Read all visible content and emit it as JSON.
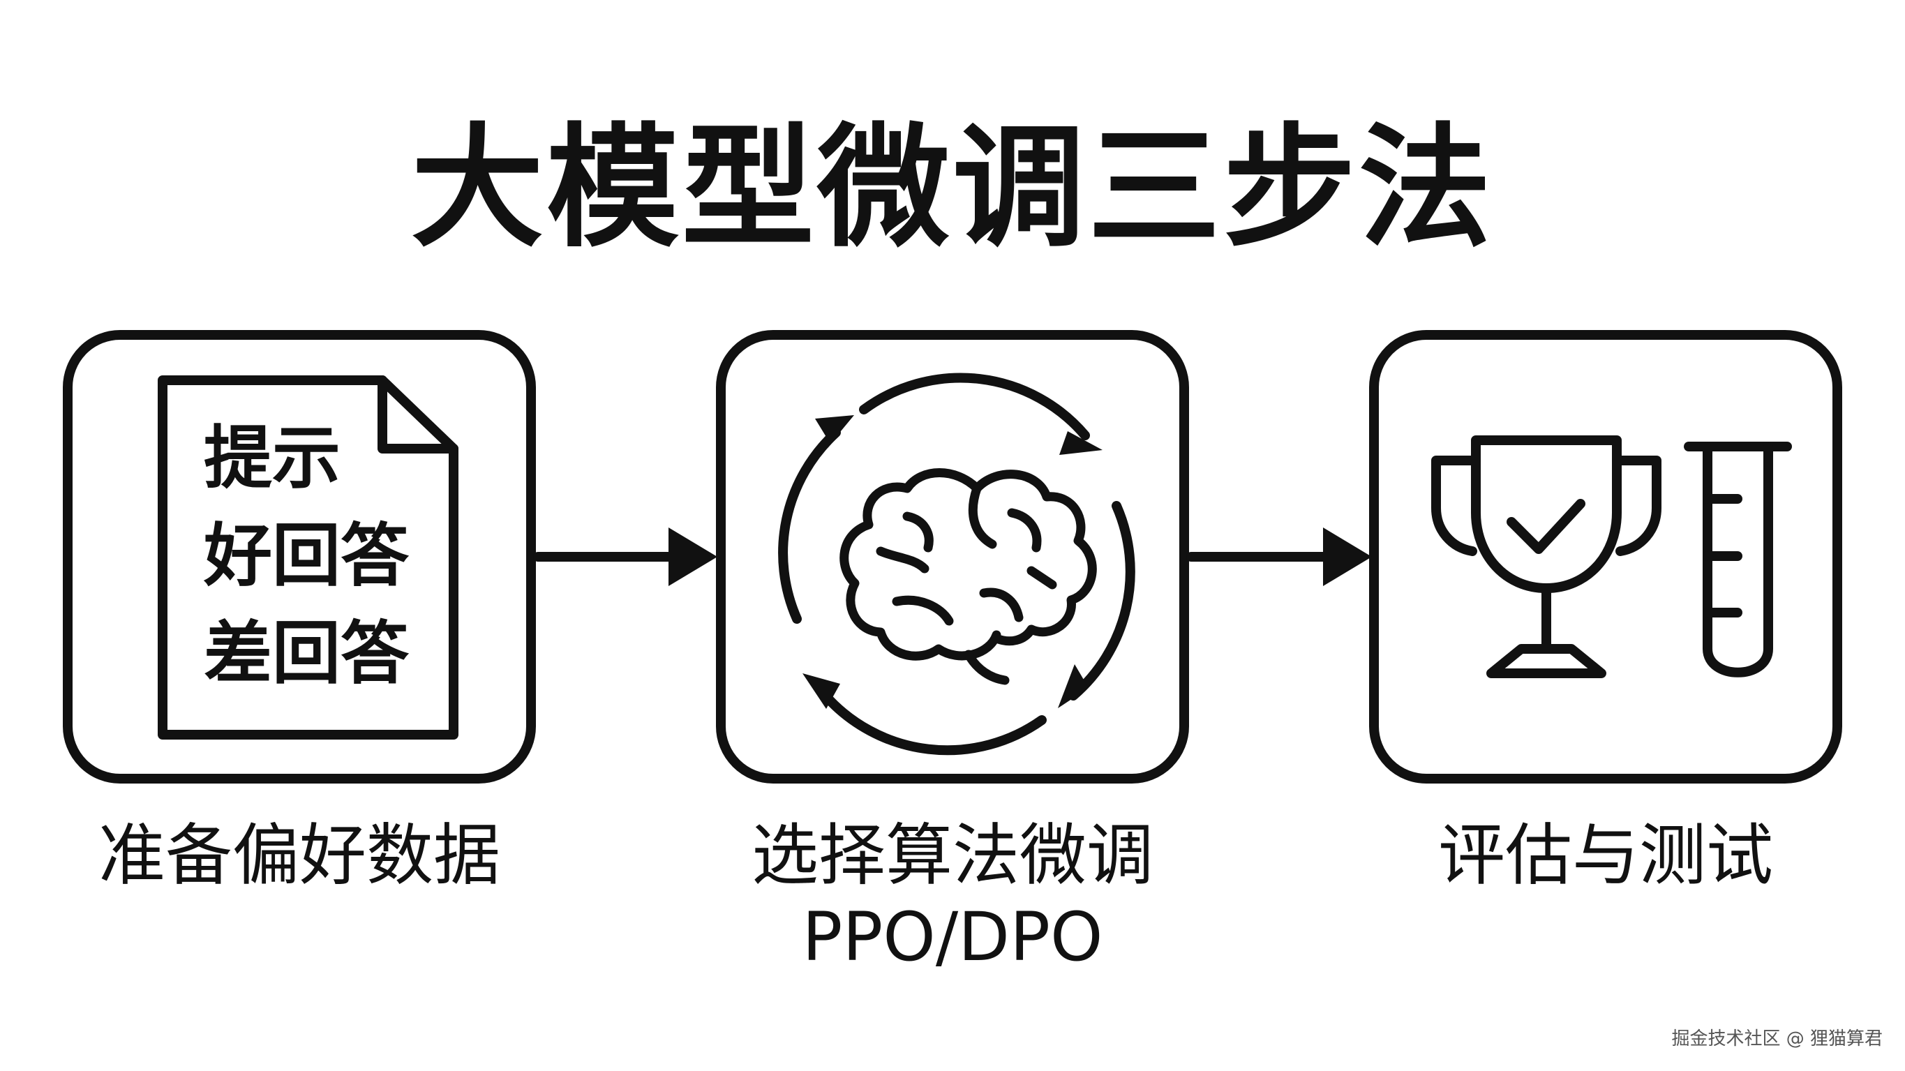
{
  "title": "大模型微调三步法",
  "steps": [
    {
      "label": "准备偏好数据",
      "icon": "document-icon",
      "document_lines": [
        "提示",
        "好回答",
        "差回答"
      ]
    },
    {
      "label": "选择算法微调",
      "sublabel": "PPO/DPO",
      "icon": "brain-cycle-icon"
    },
    {
      "label": "评估与测试",
      "icon": "trophy-testtube-icon"
    }
  ],
  "watermark": "掘金技术社区 @ 狸猫算君",
  "colors": {
    "stroke": "#111111",
    "background": "#ffffff"
  }
}
